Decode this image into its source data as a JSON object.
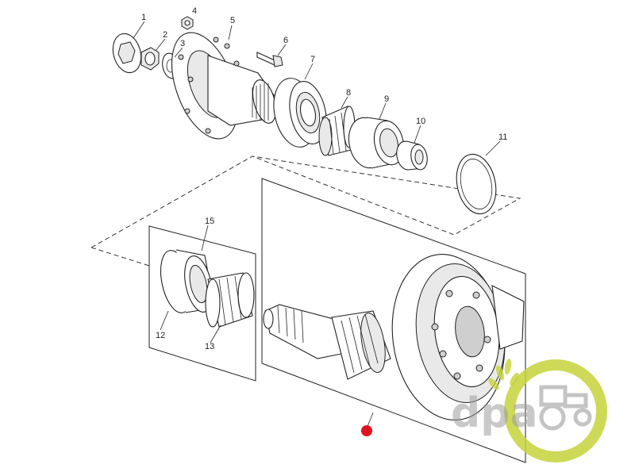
{
  "diagram": {
    "callouts": [
      "1",
      "2",
      "3",
      "4",
      "5",
      "6",
      "7",
      "8",
      "9",
      "10",
      "11",
      "12",
      "13",
      "15"
    ]
  },
  "watermark": {
    "text": "dpa",
    "text_color": "#8c8c8c",
    "badge_color": "#c6d43a",
    "icon": "tractor-icon"
  },
  "marker": {
    "color": "#e0141e"
  }
}
